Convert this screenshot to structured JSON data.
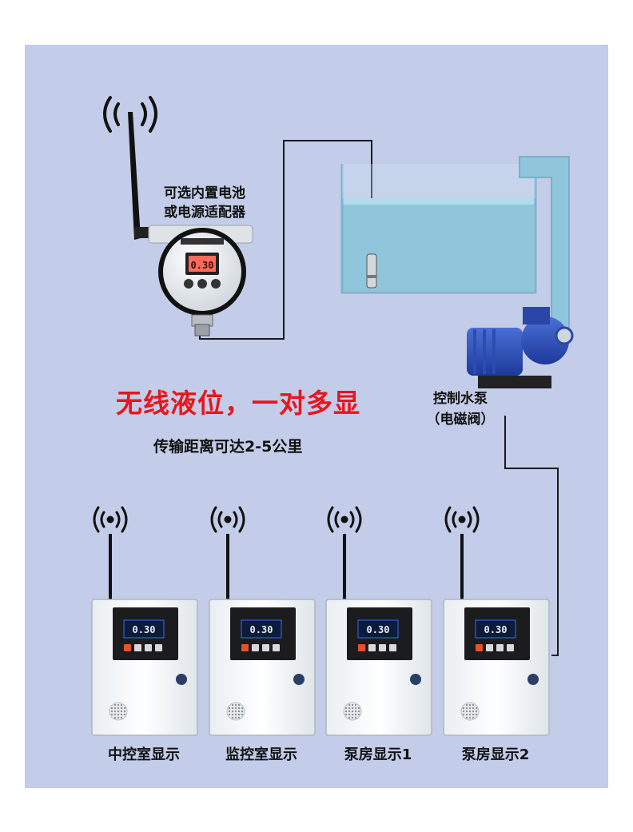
{
  "sensor": {
    "caption_line1": "可选内置电池",
    "caption_line2": "或电源适配器",
    "display_value": "0.30",
    "icon": "antenna-transmitter-icon"
  },
  "headline": "无线液位，一对多显",
  "subline": "传输距离可达2-5公里",
  "pump": {
    "caption_line1": "控制水泵",
    "caption_line2": "（电磁阀）"
  },
  "displays": [
    {
      "caption": "中控室显示",
      "value": "0.30"
    },
    {
      "caption": "监控室显示",
      "value": "0.30"
    },
    {
      "caption": "泵房显示1",
      "value": "0.30"
    },
    {
      "caption": "泵房显示2",
      "value": "0.30"
    }
  ],
  "colors": {
    "background": "#c3cce8",
    "headline": "#e8151b",
    "water": "#8fc6dc",
    "lcd": "#ff3b3b"
  }
}
